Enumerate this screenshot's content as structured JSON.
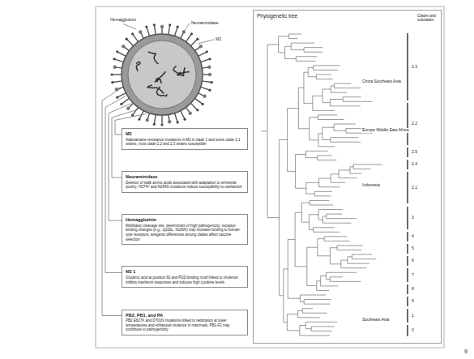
{
  "diagram": {
    "nodes": [
      {
        "text": [
          "M2",
          "Adamantane-resistance mutations in M2 in clade 1 and some clade 2.1 strains; most clade 2.2 and 2.3 strains susceptible"
        ]
      },
      {
        "text": [
          "Neuraminidase",
          "Deletion of stalk amino acids associated with adaptation to terrestrial poultry; H274Y and N294S mutations reduce susceptibility to oseltamivir"
        ]
      },
      {
        "text": [
          "Hemagglutinin",
          "Multibasic cleavage site: determinant of high pathogenicity; receptor-binding changes (e.g., Q226L, N182K) may increase binding to human-type receptors; antigenic differences among clades affect vaccine selection"
        ]
      },
      {
        "text": [
          "NS 1",
          "Glutamic acid at position 92 and PDZ-binding motif linked to virulence; inhibits interferon responses and induces high cytokine levels"
        ]
      },
      {
        "text": [
          "PB2, PB1, and PA",
          "PB2 E627K and D701N mutations linked to replication at lower temperatures and enhanced virulence in mammals; PB1-F2 may contribute to pathogenicity"
        ]
      },
      {
        "text": [
          "Phylogenetic tree"
        ]
      }
    ],
    "labels": [
      "Hemagglutinin",
      "Neuraminidase",
      "M2",
      "Clades and subclades",
      "2.3",
      "2.2",
      "2.5",
      "2.4",
      "2.1",
      "3",
      "4",
      "5",
      "6",
      "7",
      "8",
      "9",
      "1",
      "0",
      "China Southeast Asia",
      "Europe Middle East Africa",
      "Indonesia",
      "Southeast Asia",
      "9"
    ]
  }
}
